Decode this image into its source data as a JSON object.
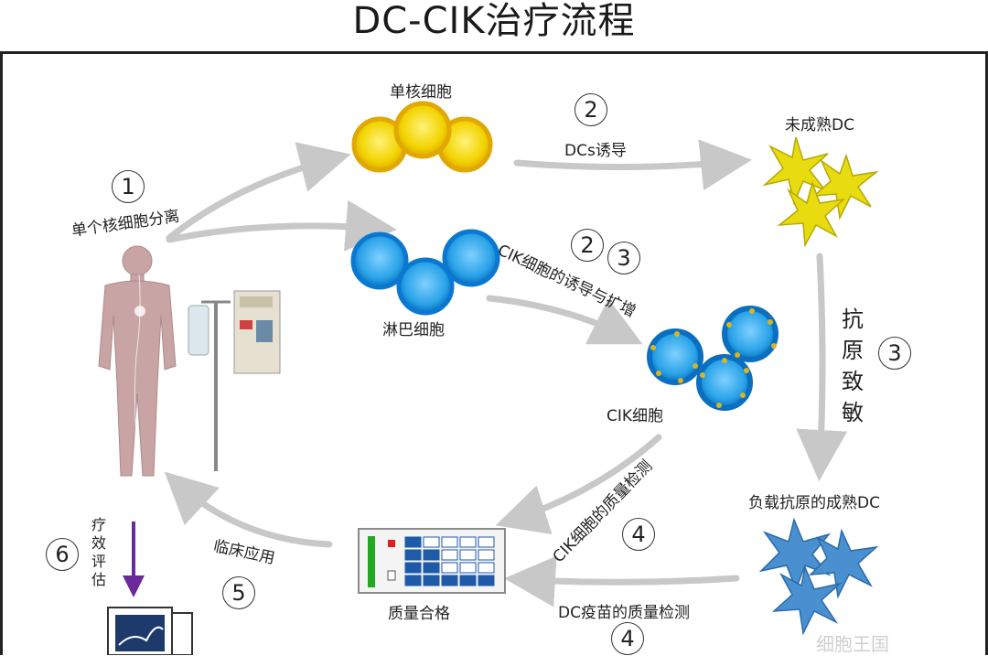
{
  "title": "DC-CIK治疗流程",
  "nodes": {
    "monocyte": "单核细胞",
    "immature_dc": "未成熟DC",
    "lymphocyte": "淋巴细胞",
    "cik_cell": "CIK细胞",
    "mature_dc": "负载抗原的成熟DC",
    "quality_pass": "质量合格"
  },
  "steps": {
    "separation": "单个核细胞分离",
    "dc_induction": "DCs诱导",
    "cik_induction": "CIK细胞的诱导与扩增",
    "antigen_sensitization": [
      "抗",
      "原",
      "致",
      "敏"
    ],
    "cik_qc": "CIK细胞的质量检测",
    "dc_qc": "DC疫苗的质量检测",
    "clinical_use": "临床应用",
    "efficacy_eval": [
      "疗",
      "效",
      "评",
      "估"
    ]
  },
  "numbers": {
    "n1": "1",
    "n2a": "2",
    "n2b": "2",
    "n3a": "3",
    "n3b": "3",
    "n4a": "4",
    "n4b": "4",
    "n5": "5",
    "n6": "6"
  },
  "watermark": "细胞王国",
  "colors": {
    "monocyte": "#f2c200",
    "lymphocyte": "#2aa3e8",
    "dc": "#f0e020",
    "mature_dc": "#4a90d0",
    "arrow": "#c8c8c8",
    "purple_arrow": "#6a2a9a",
    "body": "#c9a4a4"
  }
}
